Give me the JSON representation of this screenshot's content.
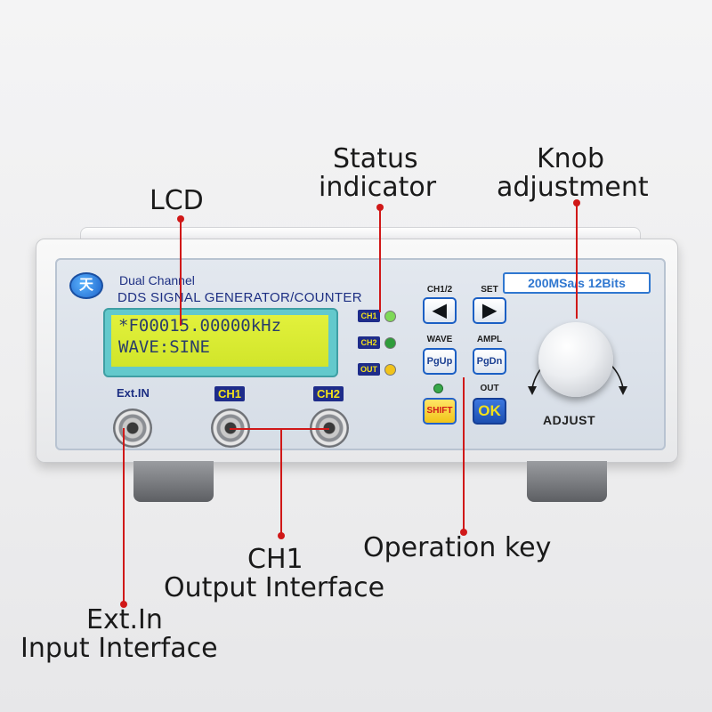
{
  "callouts": {
    "lcd": "LCD",
    "status_line1": "Status",
    "status_line2": "indicator",
    "knob_line1": "Knob",
    "knob_line2": "adjustment",
    "operation_key": "Operation key",
    "ch1_line1": "CH1",
    "ch1_line2": "Output Interface",
    "extin_line1": "Ext.In",
    "extin_line2": "Input Interface"
  },
  "device": {
    "logo_glyph": "天",
    "brand_line1": "Dual Channel",
    "brand_line2": "DDS SIGNAL GENERATOR/COUNTER",
    "spec_badge": "200MSa/s  12Bits",
    "lcd_line1": "*F00015.00000kHz",
    "lcd_line2": " WAVE:SINE",
    "status": [
      {
        "label": "CH1",
        "led_color": "#7ed957"
      },
      {
        "label": "CH2",
        "led_color": "#2f9c3b"
      },
      {
        "label": "OUT",
        "led_color": "#f1c31b"
      }
    ],
    "keys": {
      "ch12_label": "CH1/2",
      "set_label": "SET",
      "wave_label": "WAVE",
      "ampl_label": "AMPL",
      "out_label": "OUT",
      "pgup": "PgUp",
      "pgdn": "PgDn",
      "shift": "SHIFT",
      "ok": "OK",
      "left_arrow": "◀",
      "right_arrow": "▶"
    },
    "adjust_label": "ADJUST",
    "ports": {
      "extin": "Ext.IN",
      "ch1": "CH1",
      "ch2": "CH2"
    }
  },
  "colors": {
    "leader": "#d01818",
    "lcd_background": "#d9ea30",
    "lcd_text": "#2a3d6a",
    "panel_blue": "#1e2c8a",
    "accent_yellow": "#f2e11b"
  }
}
